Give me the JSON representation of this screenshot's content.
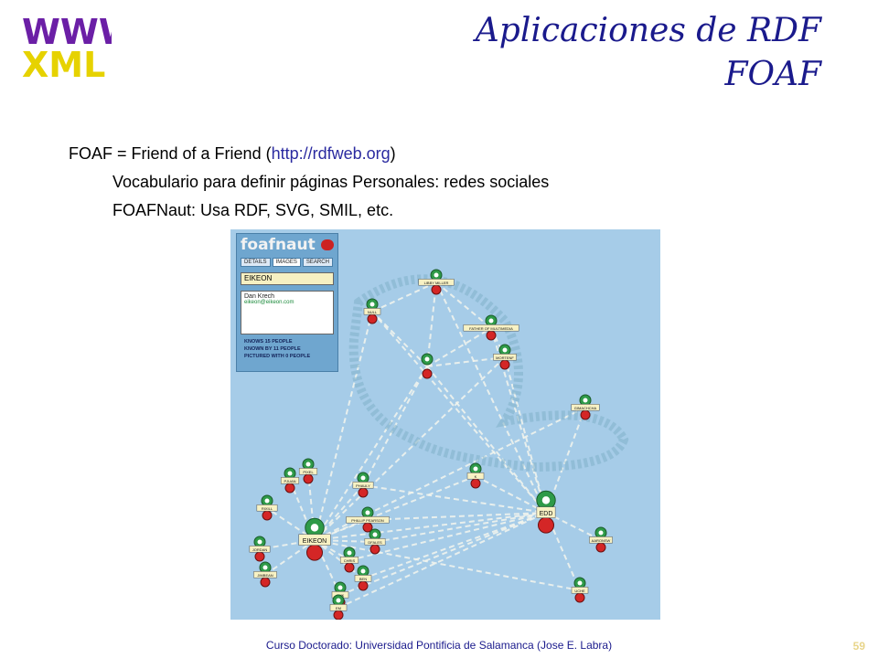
{
  "header": {
    "logo_www": "WWW",
    "logo_xml": "XML",
    "title_line1": "Aplicaciones de RDF",
    "title_line2": "FOAF"
  },
  "bullets": {
    "l1_prefix": "FOAF = Friend of a Friend  (",
    "l1_link": "http://rdfweb.org",
    "l1_suffix": ")",
    "l2": "Vocabulario para definir páginas Personales: redes sociales",
    "l3": "FOAFNaut: Usa RDF, SVG, SMIL, etc."
  },
  "foafnaut": {
    "brand": "foafnaut",
    "tabs": [
      "DETAILS",
      "IMAGES",
      "SEARCH"
    ],
    "search_value": "EIKEON",
    "person_name": "Dan Krech",
    "person_email": "eikeon@eikeon.com",
    "stats": [
      "KNOWS 15 PEOPLE",
      "KNOWN BY 11 PEOPLE",
      "PICTURED WITH 0 PEOPLE"
    ],
    "nodes": {
      "libby": "LIBBY MILLER",
      "null": "NULL",
      "father": "FATHER OF MULTIMEDIA",
      "mortenf": "MORTENF",
      "gimachcha": "GIMACHCHA",
      "k": "K",
      "pixel": "PIXEL",
      "pjuan": "PJUAN",
      "phauly": "PHAULY",
      "edd": "EDD",
      "phillip": "PHILLIP PEARSON",
      "eikeon": "EIKEON",
      "dfales": "DFALES",
      "chris": "CHRIS",
      "rixill": "RIXILL",
      "jordan": "JORDAN",
      "jimbean": "JIMBEAN",
      "ben": "BEN",
      "amk": "AMK",
      "em": "EM",
      "aaronsw": "AARONSW",
      "uche": "UCHE"
    }
  },
  "footer": {
    "text": "Curso Doctorado: Universidad Pontificia de Salamanca (Jose E. Labra)",
    "page": "59"
  },
  "colors": {
    "title": "#1a1a8c",
    "logo_www": "#6b1fa6",
    "logo_xml": "#e6d200",
    "graph_bg": "#a6cce8"
  }
}
